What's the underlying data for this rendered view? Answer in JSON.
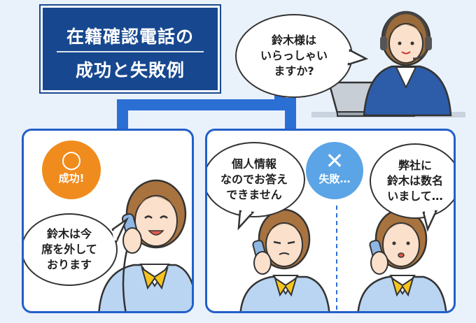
{
  "title": {
    "line1": "在籍確認電話の",
    "line2": "成功と失敗例"
  },
  "operator_bubble": {
    "text": "鈴木様は\nいらっしゃい\nますか?"
  },
  "success": {
    "badge_symbol": "○",
    "badge_label": "成功!",
    "bubble_text": "鈴木は今\n席を外して\nおります"
  },
  "failure": {
    "badge_symbol": "✕",
    "badge_label": "失敗…",
    "bubble1_text": "個人情報\nなのでお答え\nできません",
    "bubble2_text": "弊社に\n鈴木は数名\nいまして…"
  },
  "colors": {
    "title_bg": "#17488f",
    "arrow": "#2c6fd4",
    "panel_border": "#2260c8",
    "success_badge": "#f08c1e",
    "failure_badge": "#5ba4e6",
    "background": "#e9f1fb"
  }
}
